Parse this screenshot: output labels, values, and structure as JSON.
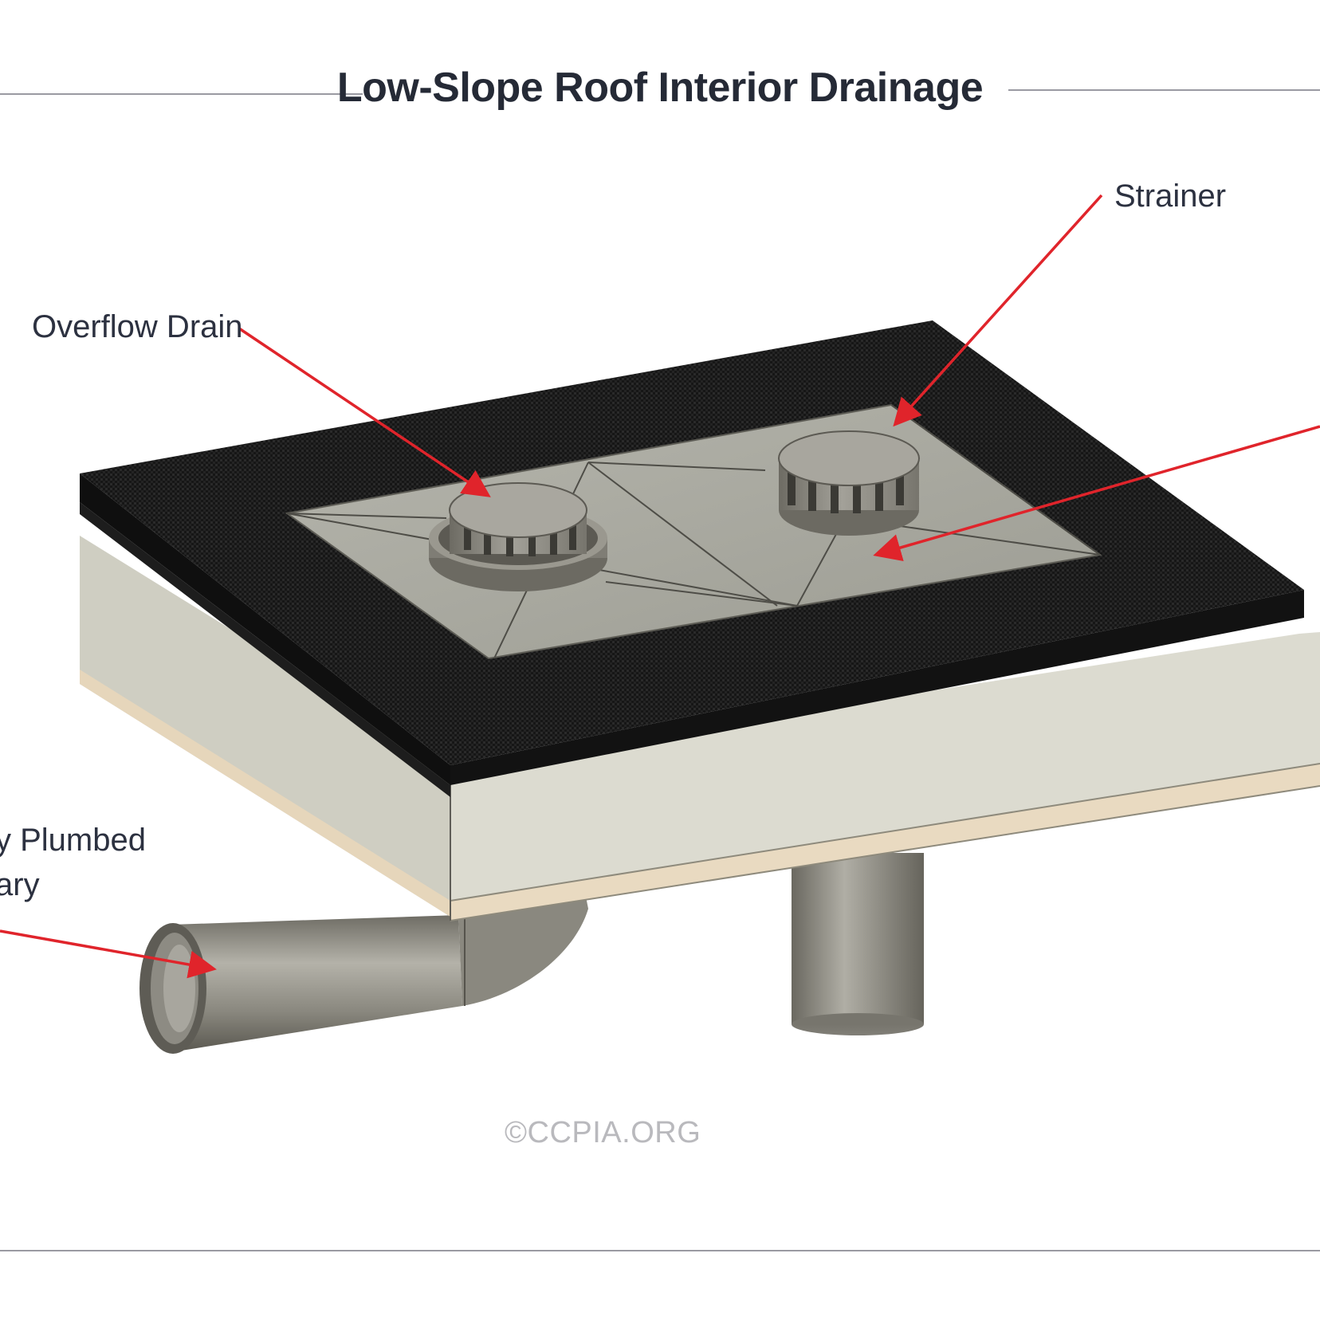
{
  "title": "Low-Slope Roof Interior Drainage",
  "labels": {
    "strainer": "Strainer",
    "overflow_drain": "Overflow Drain",
    "plumbed_line1": "y Plumbed",
    "plumbed_line2": "ary"
  },
  "watermark": "©CCPIA.ORG",
  "colors": {
    "arrow": "#e0242b",
    "membrane": "#1b1b1b",
    "insulation": "#d8d7cc",
    "deck": "#e8d9c0",
    "sump": "#a9a99f",
    "pipe": "#8f8d84",
    "rule": "#9a9aa2"
  }
}
